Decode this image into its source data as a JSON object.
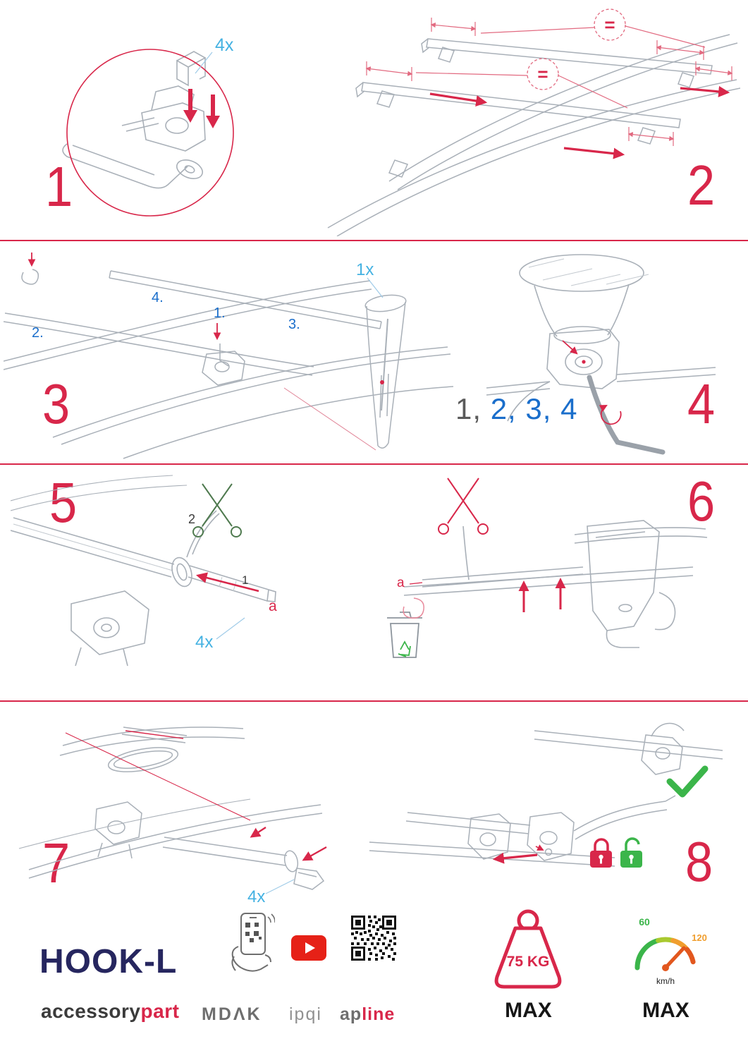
{
  "accents": {
    "red": "#d8274a",
    "thin_red": "#e8899b",
    "cyan": "#45b2e2",
    "blue": "#1a6ecb",
    "green": "#3bb54a",
    "navy": "#26265f",
    "line_gray": "#a9b0b8"
  },
  "steps": {
    "s1": {
      "number": "1",
      "qty": "4x"
    },
    "s2": {
      "number": "2",
      "equal1": "=",
      "equal2": "="
    },
    "s3": {
      "number": "3",
      "qty": "1x",
      "label1": "1.",
      "label2": "2.",
      "label3": "3.",
      "label4": "4."
    },
    "s4": {
      "number": "4",
      "seq_first": "1,",
      "seq_rest": " 2, 3, 4"
    },
    "s5": {
      "number": "5",
      "cut_order": "2",
      "insert_order": "1",
      "part": "a",
      "qty": "4x"
    },
    "s6": {
      "number": "6",
      "part": "a"
    },
    "s7": {
      "number": "7",
      "qty": "4x"
    },
    "s8": {
      "number": "8"
    }
  },
  "footer": {
    "product_name": "HOOK-L",
    "brand_prefix": "accessory",
    "brand_suffix": "part",
    "partner1": "MDΛK",
    "partner2": "ipqi",
    "partner3_prefix": "ap",
    "partner3_suffix": "line",
    "load_value": "75 KG",
    "load_max": "MAX",
    "speed_low": "60",
    "speed_high": "120",
    "speed_unit": "km/h",
    "speed_max": "MAX"
  }
}
